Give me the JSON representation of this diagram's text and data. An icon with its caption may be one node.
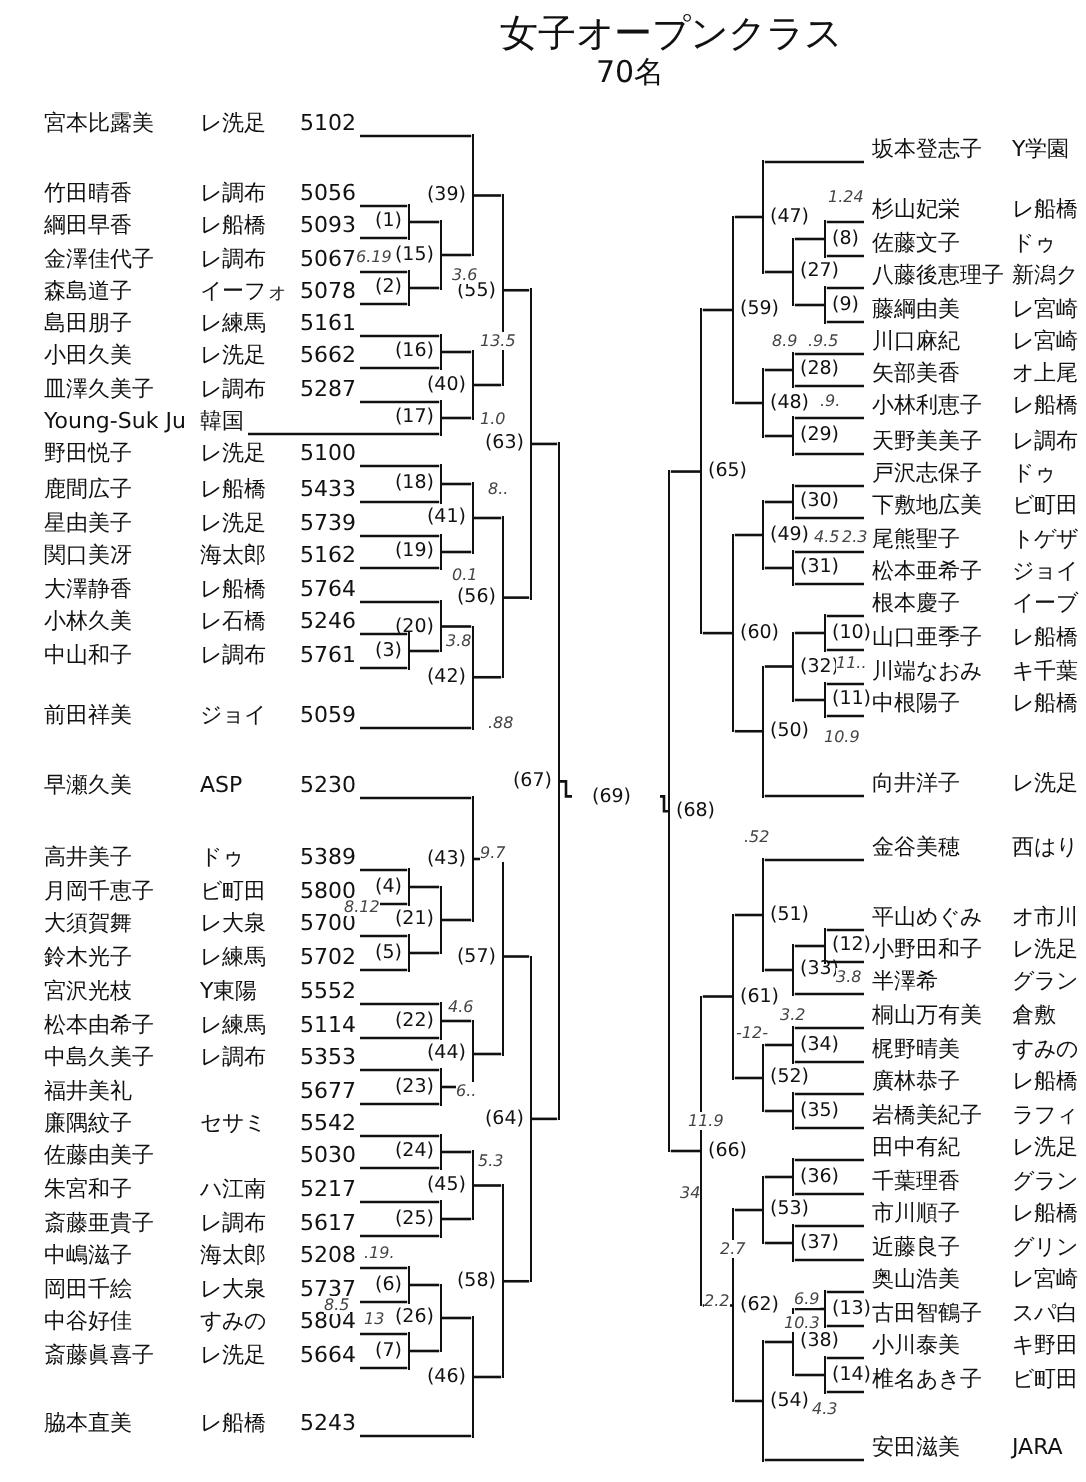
{
  "diagram": {
    "title": "女子オープンクラス",
    "nodes": [
      {
        "text": [
          "宮本比露美",
          "レ洗足",
          "5102"
        ]
      },
      {
        "text": [
          "竹田晴香",
          "レ調布",
          "5056"
        ]
      },
      {
        "text": [
          "綱田早香",
          "レ船橋",
          "5093"
        ]
      },
      {
        "text": [
          "金澤佳代子",
          "レ調布",
          "5067"
        ]
      },
      {
        "text": [
          "森島道子",
          "イーフォ",
          "5078"
        ]
      },
      {
        "text": [
          "島田朋子",
          "レ練馬",
          "5161"
        ]
      },
      {
        "text": [
          "小田久美",
          "レ洗足",
          "5662"
        ]
      },
      {
        "text": [
          "皿澤久美子",
          "レ調布",
          "5287"
        ]
      },
      {
        "text": [
          "Young-Suk Ju",
          "韓国"
        ]
      },
      {
        "text": [
          "野田悦子",
          "レ洗足",
          "5100"
        ]
      },
      {
        "text": [
          "鹿間広子",
          "レ船橋",
          "5433"
        ]
      },
      {
        "text": [
          "星由美子",
          "レ洗足",
          "5739"
        ]
      },
      {
        "text": [
          "関口美冴",
          "海太郎",
          "5162"
        ]
      },
      {
        "text": [
          "大澤静香",
          "レ船橋",
          "5764"
        ]
      },
      {
        "text": [
          "小林久美",
          "レ石橋",
          "5246"
        ]
      },
      {
        "text": [
          "中山和子",
          "レ調布",
          "5761"
        ]
      },
      {
        "text": [
          "前田祥美",
          "ジョイ",
          "5059"
        ]
      },
      {
        "text": [
          "早瀬久美",
          "ASP",
          "5230"
        ]
      },
      {
        "text": [
          "高井美子",
          "ドゥ",
          "5389"
        ]
      },
      {
        "text": [
          "月岡千恵子",
          "ビ町田",
          "5800"
        ]
      },
      {
        "text": [
          "大須賀舞",
          "レ大泉",
          "5700"
        ]
      },
      {
        "text": [
          "鈴木光子",
          "レ練馬",
          "5702"
        ]
      },
      {
        "text": [
          "宮沢光枝",
          "Y東陽",
          "5552"
        ]
      },
      {
        "text": [
          "松本由希子",
          "レ練馬",
          "5114"
        ]
      },
      {
        "text": [
          "中島久美子",
          "レ調布",
          "5353"
        ]
      },
      {
        "text": [
          "福井美礼",
          "5677"
        ]
      },
      {
        "text": [
          "廉隅紋子",
          "セサミ",
          "5542"
        ]
      },
      {
        "text": [
          "佐藤由美子",
          "5030"
        ]
      },
      {
        "text": [
          "朱宮和子",
          "ハ江南",
          "5217"
        ]
      },
      {
        "text": [
          "斎藤亜貴子",
          "レ調布",
          "5617"
        ]
      },
      {
        "text": [
          "中嶋滋子",
          "海太郎",
          "5208"
        ]
      },
      {
        "text": [
          "岡田千絵",
          "レ大泉",
          "5737"
        ]
      },
      {
        "text": [
          "中谷好佳",
          "すみの",
          "5804"
        ]
      },
      {
        "text": [
          "斎藤眞喜子",
          "レ洗足",
          "5664"
        ]
      },
      {
        "text": [
          "脇本直美",
          "レ船橋",
          "5243"
        ]
      },
      {
        "text": [
          "坂本登志子",
          "Y学園"
        ]
      },
      {
        "text": [
          "杉山妃栄",
          "レ船橋"
        ]
      },
      {
        "text": [
          "佐藤文子",
          "ドゥ"
        ]
      },
      {
        "text": [
          "八藤後恵理子",
          "新潟ク"
        ]
      },
      {
        "text": [
          "藤綱由美",
          "レ宮崎"
        ]
      },
      {
        "text": [
          "川口麻紀",
          "レ宮崎"
        ]
      },
      {
        "text": [
          "矢部美香",
          "オ上尾"
        ]
      },
      {
        "text": [
          "小林利恵子",
          "レ船橋"
        ]
      },
      {
        "text": [
          "天野美美子",
          "レ調布"
        ]
      },
      {
        "text": [
          "戸沢志保子",
          "ドゥ"
        ]
      },
      {
        "text": [
          "下敷地広美",
          "ビ町田"
        ]
      },
      {
        "text": [
          "尾熊聖子",
          "トゲザ"
        ]
      },
      {
        "text": [
          "松本亜希子",
          "ジョイ"
        ]
      },
      {
        "text": [
          "根本慶子",
          "イーブ"
        ]
      },
      {
        "text": [
          "山口亜季子",
          "レ船橋"
        ]
      },
      {
        "text": [
          "川端なおみ",
          "キ千葉"
        ]
      },
      {
        "text": [
          "中根陽子",
          "レ船橋"
        ]
      },
      {
        "text": [
          "向井洋子",
          "レ洗足"
        ]
      },
      {
        "text": [
          "金谷美穂",
          "西はり"
        ]
      },
      {
        "text": [
          "平山めぐみ",
          "オ市川"
        ]
      },
      {
        "text": [
          "小野田和子",
          "レ洗足"
        ]
      },
      {
        "text": [
          "半澤希",
          "グラン"
        ]
      },
      {
        "text": [
          "桐山万有美",
          "倉敷"
        ]
      },
      {
        "text": [
          "梶野晴美",
          "すみの"
        ]
      },
      {
        "text": [
          "廣林恭子",
          "レ船橋"
        ]
      },
      {
        "text": [
          "岩橋美紀子",
          "ラフィ"
        ]
      },
      {
        "text": [
          "田中有紀",
          "レ洗足"
        ]
      },
      {
        "text": [
          "千葉理香",
          "グラン"
        ]
      },
      {
        "text": [
          "市川順子",
          "レ船橋"
        ]
      },
      {
        "text": [
          "近藤良子",
          "グリン"
        ]
      },
      {
        "text": [
          "奥山浩美",
          "レ宮崎"
        ]
      },
      {
        "text": [
          "古田智鶴子",
          "スパ白"
        ]
      },
      {
        "text": [
          "小川泰美",
          "キ野田"
        ]
      },
      {
        "text": [
          "椎名あき子",
          "ビ町田"
        ]
      },
      {
        "text": [
          "安田滋美",
          "JARA"
        ]
      },
      {
        "text": [
          "(1)"
        ]
      },
      {
        "text": [
          "(2)"
        ]
      },
      {
        "text": [
          "(3)"
        ]
      },
      {
        "text": [
          "(4)"
        ]
      },
      {
        "text": [
          "(5)"
        ]
      },
      {
        "text": [
          "(6)"
        ]
      },
      {
        "text": [
          "(7)"
        ]
      },
      {
        "text": [
          "(8)"
        ]
      },
      {
        "text": [
          "(9)"
        ]
      },
      {
        "text": [
          "(10)"
        ]
      },
      {
        "text": [
          "(11)"
        ]
      },
      {
        "text": [
          "(12)"
        ]
      },
      {
        "text": [
          "(13)"
        ]
      },
      {
        "text": [
          "(14)"
        ]
      },
      {
        "text": [
          "(15)"
        ]
      },
      {
        "text": [
          "(16)"
        ]
      },
      {
        "text": [
          "(17)"
        ]
      },
      {
        "text": [
          "(18)"
        ]
      },
      {
        "text": [
          "(19)"
        ]
      },
      {
        "text": [
          "(20)"
        ]
      },
      {
        "text": [
          "(21)"
        ]
      },
      {
        "text": [
          "(22)"
        ]
      },
      {
        "text": [
          "(23)"
        ]
      },
      {
        "text": [
          "(24)"
        ]
      },
      {
        "text": [
          "(25)"
        ]
      },
      {
        "text": [
          "(26)"
        ]
      },
      {
        "text": [
          "(27)"
        ]
      },
      {
        "text": [
          "(28)"
        ]
      },
      {
        "text": [
          "(29)"
        ]
      },
      {
        "text": [
          "(30)"
        ]
      },
      {
        "text": [
          "(31)"
        ]
      },
      {
        "text": [
          "(32)"
        ]
      },
      {
        "text": [
          "(33)"
        ]
      },
      {
        "text": [
          "(34)"
        ]
      },
      {
        "text": [
          "(35)"
        ]
      },
      {
        "text": [
          "(36)"
        ]
      },
      {
        "text": [
          "(37)"
        ]
      },
      {
        "text": [
          "(38)"
        ]
      },
      {
        "text": [
          "(39)"
        ]
      },
      {
        "text": [
          "(40)"
        ]
      },
      {
        "text": [
          "(41)"
        ]
      },
      {
        "text": [
          "(42)"
        ]
      },
      {
        "text": [
          "(43)"
        ]
      },
      {
        "text": [
          "(44)"
        ]
      },
      {
        "text": [
          "(45)"
        ]
      },
      {
        "text": [
          "(46)"
        ]
      },
      {
        "text": [
          "(47)"
        ]
      },
      {
        "text": [
          "(48)"
        ]
      },
      {
        "text": [
          "(49)"
        ]
      },
      {
        "text": [
          "(50)"
        ]
      },
      {
        "text": [
          "(51)"
        ]
      },
      {
        "text": [
          "(52)"
        ]
      },
      {
        "text": [
          "(53)"
        ]
      },
      {
        "text": [
          "(54)"
        ]
      },
      {
        "text": [
          "(55)"
        ]
      },
      {
        "text": [
          "(56)"
        ]
      },
      {
        "text": [
          "(57)"
        ]
      },
      {
        "text": [
          "(58)"
        ]
      },
      {
        "text": [
          "(59)"
        ]
      },
      {
        "text": [
          "(60)"
        ]
      },
      {
        "text": [
          "(61)"
        ]
      },
      {
        "text": [
          "(62)"
        ]
      },
      {
        "text": [
          "(63)"
        ]
      },
      {
        "text": [
          "(64)"
        ]
      },
      {
        "text": [
          "(65)"
        ]
      },
      {
        "text": [
          "(66)"
        ]
      },
      {
        "text": [
          "(67)"
        ]
      },
      {
        "text": [
          "(68)"
        ]
      },
      {
        "text": [
          "(69)"
        ]
      }
    ],
    "edges": [
      {
        "from": 1,
        "to": 70,
        "arrow": "none"
      },
      {
        "from": 2,
        "to": 70,
        "arrow": "none"
      },
      {
        "from": 3,
        "to": 71,
        "arrow": "none"
      },
      {
        "from": 4,
        "to": 71,
        "arrow": "none"
      },
      {
        "from": 14,
        "to": 72,
        "arrow": "none"
      },
      {
        "from": 15,
        "to": 72,
        "arrow": "none"
      },
      {
        "from": 18,
        "to": 73,
        "arrow": "none"
      },
      {
        "from": 19,
        "to": 73,
        "arrow": "none"
      },
      {
        "from": 20,
        "to": 74,
        "arrow": "none"
      },
      {
        "from": 21,
        "to": 74,
        "arrow": "none"
      },
      {
        "from": 30,
        "to": 75,
        "arrow": "none"
      },
      {
        "from": 31,
        "to": 75,
        "arrow": "none"
      },
      {
        "from": 32,
        "to": 76,
        "arrow": "none"
      },
      {
        "from": 33,
        "to": 76,
        "arrow": "none"
      },
      {
        "from": 36,
        "to": 77,
        "arrow": "none"
      },
      {
        "from": 37,
        "to": 77,
        "arrow": "none"
      },
      {
        "from": 38,
        "to": 78,
        "arrow": "none"
      },
      {
        "from": 39,
        "to": 78,
        "arrow": "none"
      },
      {
        "from": 48,
        "to": 79,
        "arrow": "none"
      },
      {
        "from": 49,
        "to": 79,
        "arrow": "none"
      },
      {
        "from": 50,
        "to": 80,
        "arrow": "none"
      },
      {
        "from": 51,
        "to": 80,
        "arrow": "none"
      },
      {
        "from": 54,
        "to": 81,
        "arrow": "none"
      },
      {
        "from": 55,
        "to": 81,
        "arrow": "none"
      },
      {
        "from": 65,
        "to": 82,
        "arrow": "none"
      },
      {
        "from": 66,
        "to": 82,
        "arrow": "none"
      },
      {
        "from": 67,
        "to": 83,
        "arrow": "none"
      },
      {
        "from": 68,
        "to": 83,
        "arrow": "none"
      },
      {
        "from": 70,
        "to": 84,
        "arrow": "none"
      },
      {
        "from": 71,
        "to": 84,
        "arrow": "none"
      },
      {
        "from": 5,
        "to": 85,
        "arrow": "none"
      },
      {
        "from": 6,
        "to": 85,
        "arrow": "none"
      },
      {
        "from": 7,
        "to": 86,
        "arrow": "none"
      },
      {
        "from": 8,
        "to": 86,
        "arrow": "none"
      },
      {
        "from": 9,
        "to": 87,
        "arrow": "none"
      },
      {
        "from": 10,
        "to": 87,
        "arrow": "none"
      },
      {
        "from": 11,
        "to": 88,
        "arrow": "none"
      },
      {
        "from": 12,
        "to": 88,
        "arrow": "none"
      },
      {
        "from": 13,
        "to": 89,
        "arrow": "none"
      },
      {
        "from": 72,
        "to": 89,
        "arrow": "none"
      },
      {
        "from": 73,
        "to": 90,
        "arrow": "none"
      },
      {
        "from": 74,
        "to": 90,
        "arrow": "none"
      },
      {
        "from": 22,
        "to": 91,
        "arrow": "none"
      },
      {
        "from": 23,
        "to": 91,
        "arrow": "none"
      },
      {
        "from": 24,
        "to": 92,
        "arrow": "none"
      },
      {
        "from": 25,
        "to": 92,
        "arrow": "none"
      },
      {
        "from": 26,
        "to": 93,
        "arrow": "none"
      },
      {
        "from": 27,
        "to": 93,
        "arrow": "none"
      },
      {
        "from": 28,
        "to": 94,
        "arrow": "none"
      },
      {
        "from": 29,
        "to": 94,
        "arrow": "none"
      },
      {
        "from": 75,
        "to": 95,
        "arrow": "none"
      },
      {
        "from": 76,
        "to": 95,
        "arrow": "none"
      },
      {
        "from": 77,
        "to": 96,
        "arrow": "none"
      },
      {
        "from": 78,
        "to": 96,
        "arrow": "none"
      },
      {
        "from": 40,
        "to": 97,
        "arrow": "none"
      },
      {
        "from": 41,
        "to": 97,
        "arrow": "none"
      },
      {
        "from": 42,
        "to": 98,
        "arrow": "none"
      },
      {
        "from": 43,
        "to": 98,
        "arrow": "none"
      },
      {
        "from": 44,
        "to": 99,
        "arrow": "none"
      },
      {
        "from": 45,
        "to": 99,
        "arrow": "none"
      },
      {
        "from": 46,
        "to": 100,
        "arrow": "none"
      },
      {
        "from": 47,
        "to": 100,
        "arrow": "none"
      },
      {
        "from": 79,
        "to": 101,
        "arrow": "none"
      },
      {
        "from": 80,
        "to": 101,
        "arrow": "none"
      },
      {
        "from": 81,
        "to": 102,
        "arrow": "none"
      },
      {
        "from": 56,
        "to": 102,
        "arrow": "none"
      },
      {
        "from": 57,
        "to": 103,
        "arrow": "none"
      },
      {
        "from": 58,
        "to": 103,
        "arrow": "none"
      },
      {
        "from": 59,
        "to": 104,
        "arrow": "none"
      },
      {
        "from": 60,
        "to": 104,
        "arrow": "none"
      },
      {
        "from": 61,
        "to": 105,
        "arrow": "none"
      },
      {
        "from": 62,
        "to": 105,
        "arrow": "none"
      },
      {
        "from": 63,
        "to": 106,
        "arrow": "none"
      },
      {
        "from": 64,
        "to": 106,
        "arrow": "none"
      },
      {
        "from": 82,
        "to": 107,
        "arrow": "none"
      },
      {
        "from": 83,
        "to": 107,
        "arrow": "none"
      },
      {
        "from": 0,
        "to": 108,
        "arrow": "none"
      },
      {
        "from": 84,
        "to": 108,
        "arrow": "none"
      },
      {
        "from": 85,
        "to": 109,
        "arrow": "none"
      },
      {
        "from": 86,
        "to": 109,
        "arrow": "none"
      },
      {
        "from": 87,
        "to": 110,
        "arrow": "none"
      },
      {
        "from": 88,
        "to": 110,
        "arrow": "none"
      },
      {
        "from": 89,
        "to": 111,
        "arrow": "none"
      },
      {
        "from": 16,
        "to": 111,
        "arrow": "none"
      },
      {
        "from": 17,
        "to": 112,
        "arrow": "none"
      },
      {
        "from": 90,
        "to": 112,
        "arrow": "none"
      },
      {
        "from": 91,
        "to": 113,
        "arrow": "none"
      },
      {
        "from": 92,
        "to": 113,
        "arrow": "none"
      },
      {
        "from": 93,
        "to": 114,
        "arrow": "none"
      },
      {
        "from": 94,
        "to": 114,
        "arrow": "none"
      },
      {
        "from": 95,
        "to": 115,
        "arrow": "none"
      },
      {
        "from": 34,
        "to": 115,
        "arrow": "none"
      },
      {
        "from": 35,
        "to": 116,
        "arrow": "none"
      },
      {
        "from": 96,
        "to": 116,
        "arrow": "none"
      },
      {
        "from": 97,
        "to": 117,
        "arrow": "none"
      },
      {
        "from": 98,
        "to": 117,
        "arrow": "none"
      },
      {
        "from": 99,
        "to": 118,
        "arrow": "none"
      },
      {
        "from": 100,
        "to": 118,
        "arrow": "none"
      },
      {
        "from": 101,
        "to": 119,
        "arrow": "none"
      },
      {
        "from": 52,
        "to": 119,
        "arrow": "none"
      },
      {
        "from": 53,
        "to": 120,
        "arrow": "none"
      },
      {
        "from": 102,
        "to": 120,
        "arrow": "none"
      },
      {
        "from": 103,
        "to": 121,
        "arrow": "none"
      },
      {
        "from": 104,
        "to": 121,
        "arrow": "none"
      },
      {
        "from": 105,
        "to": 122,
        "arrow": "none"
      },
      {
        "from": 106,
        "to": 122,
        "arrow": "none"
      },
      {
        "from": 107,
        "to": 123,
        "arrow": "none"
      },
      {
        "from": 69,
        "to": 123,
        "arrow": "none"
      },
      {
        "from": 108,
        "to": 124,
        "arrow": "none"
      },
      {
        "from": 109,
        "to": 124,
        "arrow": "none"
      },
      {
        "from": 110,
        "to": 125,
        "arrow": "none"
      },
      {
        "from": 111,
        "to": 125,
        "arrow": "none"
      },
      {
        "from": 112,
        "to": 126,
        "arrow": "none"
      },
      {
        "from": 113,
        "to": 126,
        "arrow": "none"
      },
      {
        "from": 114,
        "to": 127,
        "arrow": "none"
      },
      {
        "from": 115,
        "to": 127,
        "arrow": "none"
      },
      {
        "from": 116,
        "to": 128,
        "arrow": "none"
      },
      {
        "from": 117,
        "to": 128,
        "arrow": "none"
      },
      {
        "from": 118,
        "to": 129,
        "arrow": "none"
      },
      {
        "from": 119,
        "to": 129,
        "arrow": "none"
      },
      {
        "from": 120,
        "to": 130,
        "arrow": "none"
      },
      {
        "from": 121,
        "to": 130,
        "arrow": "none"
      },
      {
        "from": 122,
        "to": 131,
        "arrow": "none"
      },
      {
        "from": 123,
        "to": 131,
        "arrow": "none"
      },
      {
        "from": 124,
        "to": 132,
        "arrow": "none"
      },
      {
        "from": 125,
        "to": 132,
        "arrow": "none"
      },
      {
        "from": 126,
        "to": 133,
        "arrow": "none"
      },
      {
        "from": 127,
        "to": 133,
        "arrow": "none"
      },
      {
        "from": 128,
        "to": 134,
        "arrow": "none"
      },
      {
        "from": 129,
        "to": 134,
        "arrow": "none"
      },
      {
        "from": 130,
        "to": 135,
        "arrow": "none"
      },
      {
        "from": 131,
        "to": 135,
        "arrow": "none"
      },
      {
        "from": 132,
        "to": 136,
        "arrow": "none"
      },
      {
        "from": 133,
        "to": 136,
        "arrow": "none"
      },
      {
        "from": 134,
        "to": 137,
        "arrow": "none"
      },
      {
        "from": 135,
        "to": 137,
        "arrow": "none"
      },
      {
        "from": 136,
        "to": 138,
        "arrow": "none"
      },
      {
        "from": 137,
        "to": 138,
        "arrow": "none"
      }
    ],
    "labels": [
      "70名",
      "6.19",
      "3.6",
      "13.5",
      "1.0",
      "8..",
      "0.1",
      "3.8",
      ".88",
      "9.7",
      "8.12",
      "4.6",
      "6..",
      "5.3",
      ".19.",
      "8.5",
      "13",
      "1.24",
      "8.9",
      ".9.5",
      ".9.",
      "4.5",
      "2.3",
      "11..",
      "10.9",
      ".52",
      "3.8",
      "3.2",
      "-12-",
      "11.9",
      "34",
      "2.7",
      "2.2",
      "6.9",
      "10.3",
      "4.3"
    ]
  }
}
